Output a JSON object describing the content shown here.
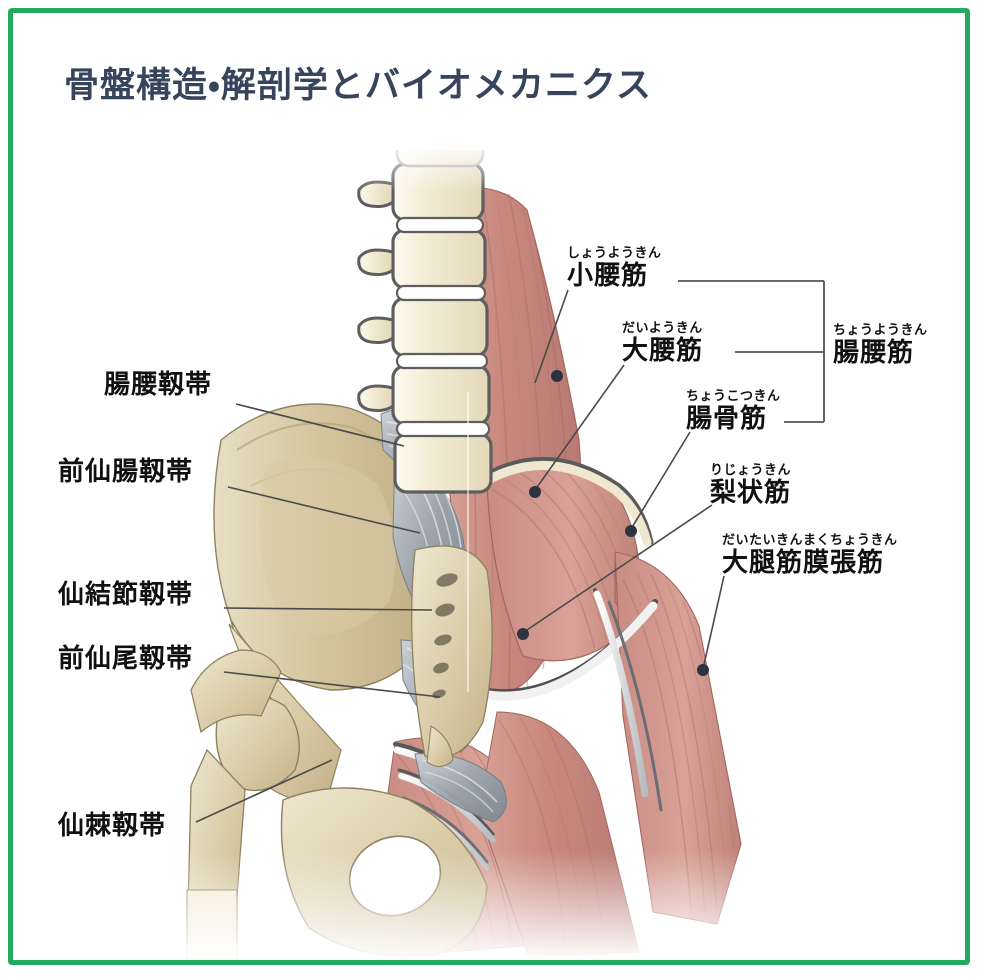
{
  "page": {
    "title": "骨盤構造・解剖学とバイオメカニクス",
    "frame_color": "#22ab5c",
    "title_color": "#36455c",
    "background": "#ffffff"
  },
  "figure": {
    "kind": "anatomical-illustration",
    "subject": "pelvis-hip-anterior-view",
    "left_half": "bone-and-ligament view",
    "right_half": "muscle view",
    "palette": {
      "bone": "#cfc09a",
      "bone_light": "#efe7cf",
      "vertebra": "#f0e9d2",
      "ligament": "#9aa3ad",
      "muscle": "#c98c84",
      "muscle_light": "#dfa79c",
      "tendon": "#e9e9ea",
      "outline": "#5a5a5a",
      "leader": "#4a4a4a"
    }
  },
  "labels": {
    "left": [
      {
        "id": "iliolumbar-ligament",
        "main": "腸腰靱帯"
      },
      {
        "id": "anterior-sacroiliac-ligament",
        "main": "前仙腸靱帯"
      },
      {
        "id": "sacrotuberous-ligament",
        "main": "仙結節靱帯"
      },
      {
        "id": "anterior-sacrococcygeal-ligament",
        "main": "前仙尾靱帯"
      },
      {
        "id": "sacrospinous-ligament",
        "main": "仙棘靱帯"
      }
    ],
    "right": [
      {
        "id": "psoas-minor",
        "main": "小腰筋",
        "ruby": "しょうようきん"
      },
      {
        "id": "psoas-major",
        "main": "大腰筋",
        "ruby": "だいようきん"
      },
      {
        "id": "iliacus",
        "main": "腸骨筋",
        "ruby": "ちょうこつきん"
      },
      {
        "id": "iliopsoas",
        "main": "腸腰筋",
        "ruby": "ちょうようきん"
      },
      {
        "id": "piriformis",
        "main": "梨状筋",
        "ruby": "りじょうきん"
      },
      {
        "id": "tensor-fasciae-latae",
        "main": "大腿筋膜張筋",
        "ruby": "だいたいきんまくちょうきん"
      }
    ]
  }
}
